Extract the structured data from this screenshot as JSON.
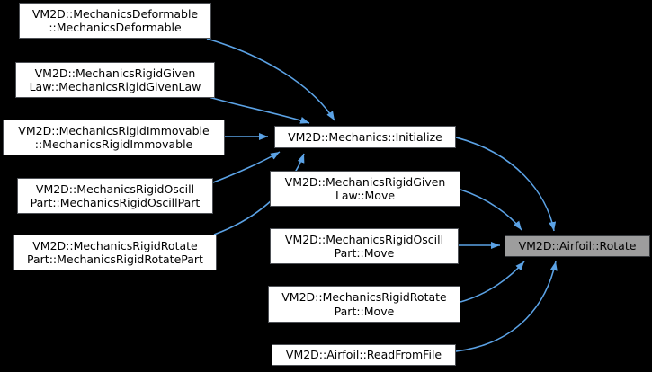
{
  "diagram": {
    "type": "caller-graph",
    "target_function": "VM2D::Airfoil::Rotate",
    "colors": {
      "background": "#000000",
      "node_fill": "#ffffff",
      "node_border": "#4e5156",
      "node_text": "#000000",
      "target_fill": "#9d9d9d",
      "target_border": "#35383c",
      "edge": "#5ba2e5"
    },
    "nodes": [
      {
        "id": "mechanics-deformable-ctor",
        "label": "VM2D::MechanicsDeformable\n::MechanicsDeformable"
      },
      {
        "id": "mechanics-rigid-given-law-ctor",
        "label": "VM2D::MechanicsRigidGiven\nLaw::MechanicsRigidGivenLaw"
      },
      {
        "id": "mechanics-rigid-immovable-ctor",
        "label": "VM2D::MechanicsRigidImmovable\n::MechanicsRigidImmovable"
      },
      {
        "id": "mechanics-rigid-oscill-part-ctor",
        "label": "VM2D::MechanicsRigidOscill\nPart::MechanicsRigidOscillPart"
      },
      {
        "id": "mechanics-rigid-rotate-part-ctor",
        "label": "VM2D::MechanicsRigidRotate\nPart::MechanicsRigidRotatePart"
      },
      {
        "id": "mechanics-initialize",
        "label": "VM2D::Mechanics::Initialize"
      },
      {
        "id": "mechanics-rigid-given-law-move",
        "label": "VM2D::MechanicsRigidGiven\nLaw::Move"
      },
      {
        "id": "mechanics-rigid-oscill-part-move",
        "label": "VM2D::MechanicsRigidOscill\nPart::Move"
      },
      {
        "id": "mechanics-rigid-rotate-part-move",
        "label": "VM2D::MechanicsRigidRotate\nPart::Move"
      },
      {
        "id": "airfoil-read-from-file",
        "label": "VM2D::Airfoil::ReadFromFile"
      },
      {
        "id": "airfoil-rotate",
        "label": "VM2D::Airfoil::Rotate"
      }
    ],
    "edges": [
      {
        "from": "mechanics-deformable-ctor",
        "to": "mechanics-initialize"
      },
      {
        "from": "mechanics-rigid-given-law-ctor",
        "to": "mechanics-initialize"
      },
      {
        "from": "mechanics-rigid-immovable-ctor",
        "to": "mechanics-initialize"
      },
      {
        "from": "mechanics-rigid-oscill-part-ctor",
        "to": "mechanics-initialize"
      },
      {
        "from": "mechanics-rigid-rotate-part-ctor",
        "to": "mechanics-initialize"
      },
      {
        "from": "mechanics-initialize",
        "to": "airfoil-rotate"
      },
      {
        "from": "mechanics-rigid-given-law-move",
        "to": "airfoil-rotate"
      },
      {
        "from": "mechanics-rigid-oscill-part-move",
        "to": "airfoil-rotate"
      },
      {
        "from": "mechanics-rigid-rotate-part-move",
        "to": "airfoil-rotate"
      },
      {
        "from": "airfoil-read-from-file",
        "to": "airfoil-rotate"
      }
    ]
  }
}
